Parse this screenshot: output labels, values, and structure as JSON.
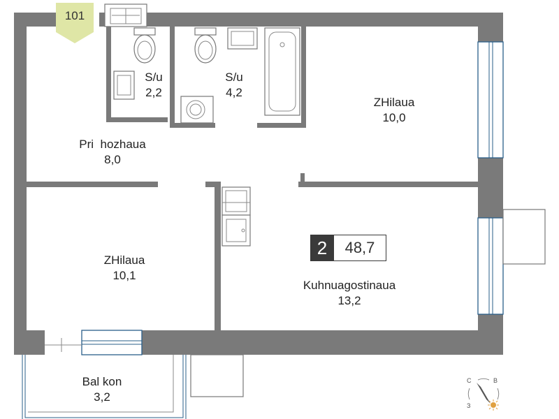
{
  "apartment": {
    "number": "101",
    "badge_color": "#dfe6a6"
  },
  "summary": {
    "rooms": "2",
    "area": "48,7"
  },
  "rooms": {
    "bath_small": {
      "name": "S/u",
      "area": "2,2"
    },
    "bath_large": {
      "name": "S/u",
      "area": "4,2"
    },
    "bedroom_right": {
      "name": "ZHilaua",
      "area": "10,0"
    },
    "hallway": {
      "name": "Pri  hozhaua",
      "area": "8,0"
    },
    "bedroom_left": {
      "name": "ZHilaua",
      "area": "10,1"
    },
    "kitchen_living": {
      "name": "Kuhnuagostinaua",
      "area": "13,2"
    },
    "balcony": {
      "name": "Bal kon",
      "area": "3,2"
    }
  },
  "compass": {
    "north": "С",
    "east": "В",
    "west": "З"
  },
  "colors": {
    "wall": "#7a7a7a",
    "window": "#2a5f8a",
    "badge": "#dfe6a6",
    "summary_dark": "#3a3a3a",
    "sun": "#e0a040"
  }
}
